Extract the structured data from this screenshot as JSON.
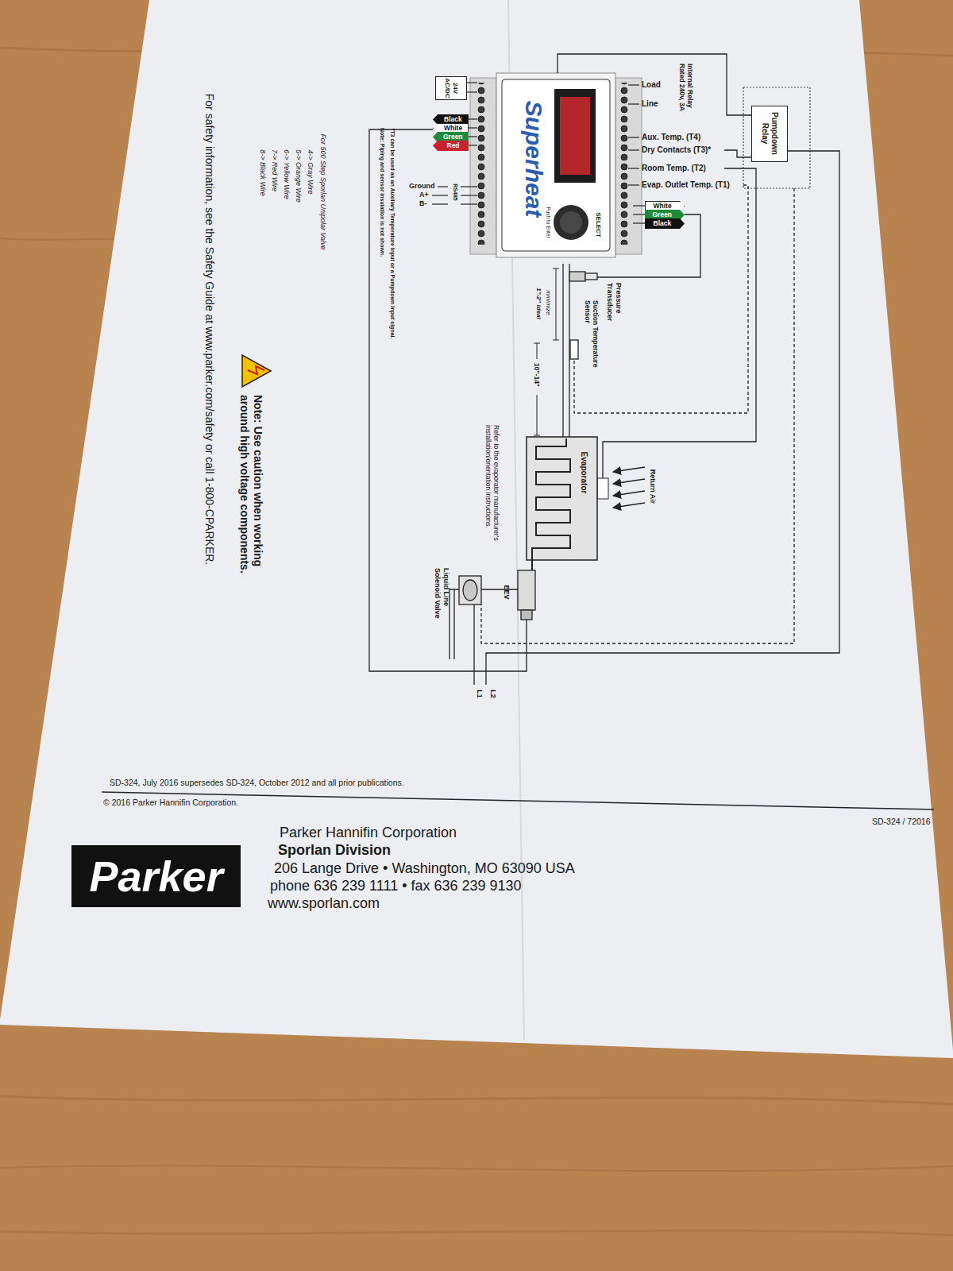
{
  "diagram": {
    "nodes": [
      {
        "text": [
          "Superheat",
          "Push to Enter",
          "SELECT"
        ]
      },
      {
        "text": [
          "Pumpdown Relay"
        ]
      },
      {
        "text": [
          "Evaporator"
        ]
      },
      {
        "text": [
          "Black"
        ]
      },
      {
        "text": [
          "White"
        ]
      },
      {
        "text": [
          "Green"
        ]
      },
      {
        "text": [
          "Red"
        ]
      },
      {
        "text": [
          "White"
        ]
      },
      {
        "text": [
          "Green"
        ]
      },
      {
        "text": [
          "Black"
        ]
      },
      {
        "text": [
          "24V AC/DC"
        ]
      },
      {
        "text": [
          "Parker"
        ]
      }
    ],
    "edges": [
      {
        "from": 1,
        "to": 0,
        "arrow": "none"
      }
    ],
    "labels": [
      "Internal Relay Rated 240v, 3A",
      "Load",
      "Line",
      "Aux. Temp. (T4)",
      "Dry Contacts (T3)*",
      "Room Temp. (T2)",
      "Evap. Outlet Temp. (T1)",
      "Pressure Transducer",
      "Suction Temperature Sensor",
      "minimize",
      "1\"-2\" ideal",
      "10\"-14\"",
      "Return Air",
      "Refer to the evaporator manufacturer's installation/orientation instructions.",
      "EEV",
      "Liquid Line Solenoid Valve",
      "L2",
      "L1",
      "Ground",
      "A+",
      "B-",
      "RS485",
      "*T3 can be used as an Auxiliary Temperature Input or a Pumpdown Input signal.",
      "Note: Piping and sensor insulation is not shown.",
      "For 500 Step Sporlan Unipolar Valve",
      "4-> Gray Wire",
      "5-> Orange Wire",
      "6-> Yellow Wire",
      "7-> Red Wire",
      "8-> Black Wire",
      "Note: Use caution when working around high voltage components.",
      "For safety information, see the Safety Guide at www.parker.com/safety or call 1-800-CPARKER.",
      "SD-324, July 2016 supersedes SD-324, October 2012 and all prior publications.",
      "© 2016 Parker Hannifin Corporation.",
      "SD-324 / 72016",
      "Parker Hannifin Corporation",
      "Sporlan Division",
      "206 Lange Drive • Washington, MO 63090 USA",
      "phone 636 239 1111 • fax 636 239 9130",
      "www.sporlan.com"
    ]
  }
}
